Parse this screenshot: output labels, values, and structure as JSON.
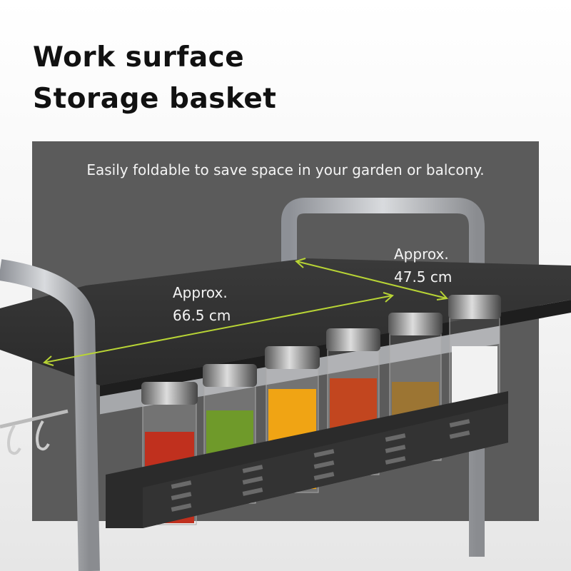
{
  "heading": {
    "line1": "Work surface",
    "line2": "Storage basket"
  },
  "caption": "Easily foldable to save space in your garden or balcony.",
  "dimensions": [
    {
      "label": "Approx.",
      "value": "66.5 cm"
    },
    {
      "label": "Approx.",
      "value": "47.5 cm"
    }
  ],
  "colors": {
    "accent_line": "#b8d435",
    "panel": "#5b5b5b"
  }
}
